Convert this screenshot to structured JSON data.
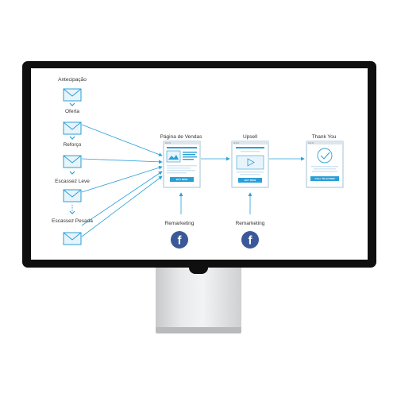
{
  "email_sequence": [
    {
      "label": "Antecipação"
    },
    {
      "label": "Oferta"
    },
    {
      "label": "Reforço"
    },
    {
      "label": "Escassez Leve"
    },
    {
      "label": "Escassez Pesada"
    }
  ],
  "pages": {
    "sales": {
      "title": "Página de Vendas",
      "button": "BUY NOW"
    },
    "upsell": {
      "title": "Upsell",
      "button": "BUY NOW"
    },
    "thankyou": {
      "title": "Thank You",
      "button": "CALL TO ACTION"
    }
  },
  "remarketing": {
    "sales_label": "Remarketing",
    "upsell_label": "Remarketing",
    "facebook_glyph": "f"
  },
  "icons": {
    "email": "envelope-icon",
    "facebook": "facebook-icon",
    "play": "play-icon",
    "check": "check-icon",
    "image": "image-icon"
  },
  "colors": {
    "accent": "#2a9fd6",
    "envelope_fill": "#e8f4fb",
    "facebook": "#3b5998",
    "bezel": "#0f0f10"
  }
}
